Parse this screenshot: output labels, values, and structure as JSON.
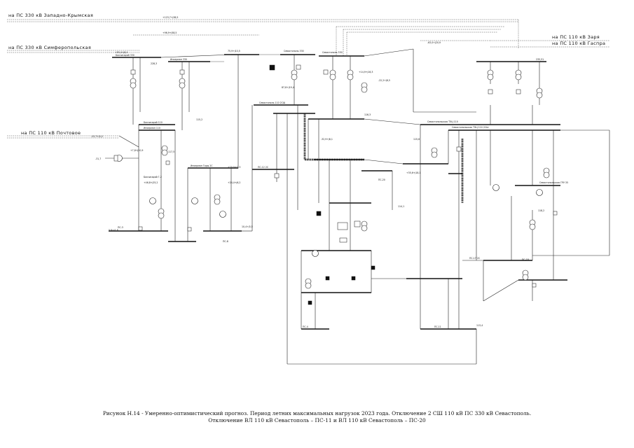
{
  "external_feeds": {
    "zapadno_krymskaya": "на ПС 330 кВ Западно-Крымская",
    "simferopolskaya": "на ПС 330 кВ Симферопольская",
    "pochtovoe": "на ПС 110 кВ Почтовое",
    "zarya": "на ПС 110 кВ Заря",
    "gaspra": "на ПС 110 кВ Гаспра"
  },
  "substations": {
    "sevastopol_330_a": "Севастополь 330",
    "sevastopol_330_b": "Севастополь 330",
    "sevastopol_110": "Севастополь 110 2СШ",
    "bakhchisaray_330": "Бахчисарай 330",
    "inkerman_330": "Инкерман 330",
    "bakhchisaray_110": "Бахчисарай 110",
    "inkerman_110": "Инкерман 110",
    "bakhchisaray_ges": "Бахчисарай Г-2",
    "inkerman_gory": "Инкерман Горы 2С",
    "sevastopolskaya_tec": "Севастопольская ТЭЦ 110",
    "sevastopolskaya_tec2": "Севастопольская ТЭЦ 110 2СШ",
    "sevastopolskaya_gru": "Севастопольская ГРУ 35",
    "ps_20": "ПС-20",
    "ps_11": "ПС-11",
    "ps_12": "ПС-12 2С",
    "ps_4": "ПС-4",
    "ps_17": "ПС-17 2С",
    "ps_18": "ПС-18",
    "ps_3": "ПС-3",
    "ps_8": "ПС-8"
  },
  "flows": [
    "+123,7+j38,5",
    "+96,9+j58,5",
    "-63,0+j20,9",
    "75,9+j10,5",
    "+55,4+j8,4",
    "87,8+j19,4",
    "-23,7+j5,2",
    "-31,7",
    "+7,8+j20,9",
    "+46,8+j25,2",
    "-32,9+j8,1",
    "+14,9+j16,3",
    "-22,2+j8,5",
    "+35,6+j18,1",
    "+20,0+j1,3",
    "+24,4+j6,2",
    "10,4+j3,5",
    "5,8+j1,8"
  ],
  "voltages": [
    "228,3",
    "115,2",
    "116,3",
    "117,5",
    "114,1",
    "113,4",
    "115,6",
    "118,2",
    "235,51"
  ],
  "caption": {
    "line1": "Рисунок Н.14 - Умеренно-оптимистический прогноз. Период летних максимальных нагрузок 2023 года. Отключение 2 СШ 110 кВ ПС 330 кВ Севастополь.",
    "line2": "Отключение ВЛ 110 кВ Севастополь – ПС-11 и ВЛ 110 кВ Севастополь – ПС-20"
  }
}
